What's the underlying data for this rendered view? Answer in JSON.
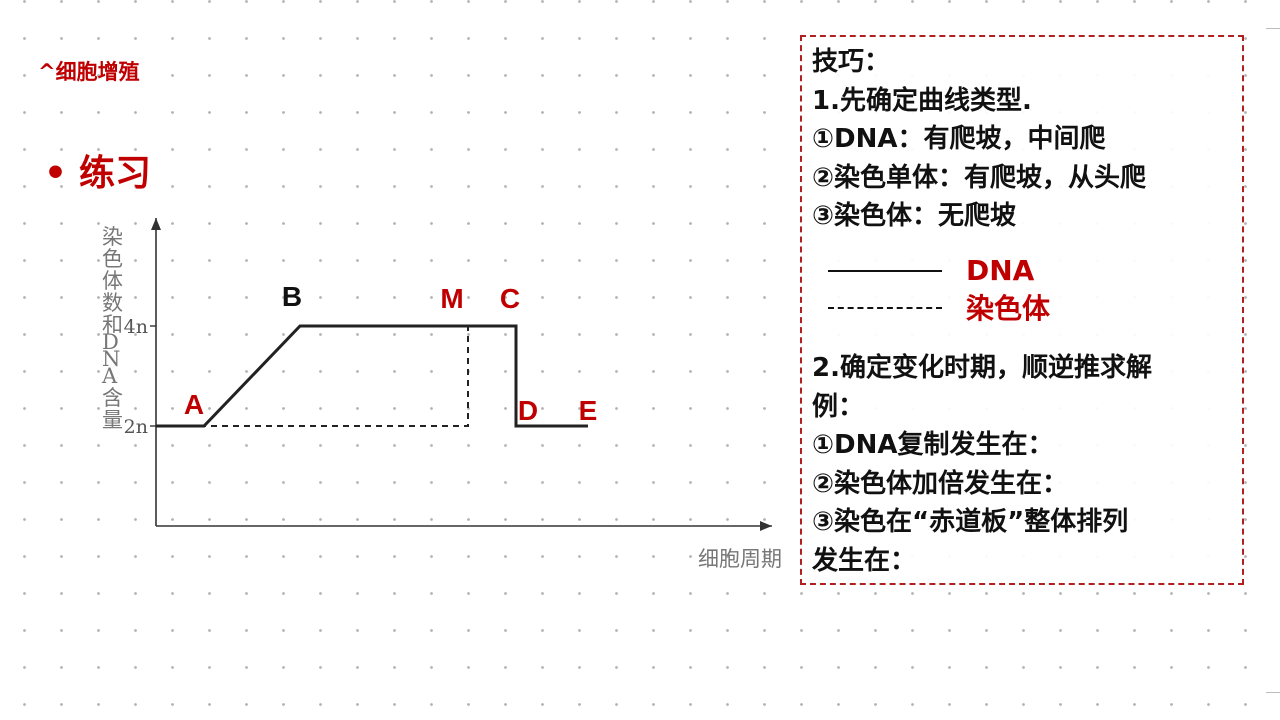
{
  "header": {
    "breadcrumb": "^细胞增殖",
    "title_bullet": "•",
    "title": "练习"
  },
  "colors": {
    "accent": "#c00000",
    "border": "#b02020",
    "line": "#222222"
  },
  "chart_data": {
    "type": "line",
    "title": "",
    "xlabel": "细胞周期",
    "ylabel": "染色体数和DNA含量",
    "yticks": [
      {
        "label": "2n",
        "value": 2
      },
      {
        "label": "4n",
        "value": 4
      }
    ],
    "ylim": [
      0,
      6
    ],
    "xlim": [
      0,
      10
    ],
    "grid": false,
    "series": [
      {
        "name": "DNA",
        "style": "solid",
        "points": [
          [
            0,
            2
          ],
          [
            1,
            2
          ],
          [
            3,
            4
          ],
          [
            7.5,
            4
          ],
          [
            7.5,
            2
          ],
          [
            9,
            2
          ]
        ]
      },
      {
        "name": "染色体",
        "style": "dashed",
        "points": [
          [
            0,
            2
          ],
          [
            6.5,
            2
          ],
          [
            6.5,
            4
          ],
          [
            7.5,
            4
          ],
          [
            7.5,
            2
          ],
          [
            9,
            2
          ]
        ]
      }
    ],
    "point_labels": [
      {
        "text": "A",
        "x": 1,
        "y": 2,
        "color": "#c00000"
      },
      {
        "text": "B",
        "x": 3,
        "y": 4,
        "color": "#111111"
      },
      {
        "text": "M",
        "x": 6.5,
        "y": 4,
        "color": "#c00000"
      },
      {
        "text": "C",
        "x": 7.5,
        "y": 4,
        "color": "#c00000"
      },
      {
        "text": "D",
        "x": 7.5,
        "y": 2,
        "color": "#c00000"
      },
      {
        "text": "E",
        "x": 9,
        "y": 2,
        "color": "#c00000"
      }
    ]
  },
  "tips": {
    "lines": [
      "技巧：",
      "1.先确定曲线类型.",
      "①DNA：有爬坡，中间爬",
      "②染色单体：有爬坡，从头爬",
      "③染色体：无爬坡"
    ],
    "legend": [
      {
        "style": "solid",
        "label": "DNA"
      },
      {
        "style": "dashed",
        "label": "染色体"
      }
    ],
    "lines2": [
      "2.确定变化时期，顺逆推求解",
      "例：",
      "①DNA复制发生在：",
      "②染色体加倍发生在：",
      "③染色在“赤道板”整体排列",
      "发生在："
    ]
  }
}
